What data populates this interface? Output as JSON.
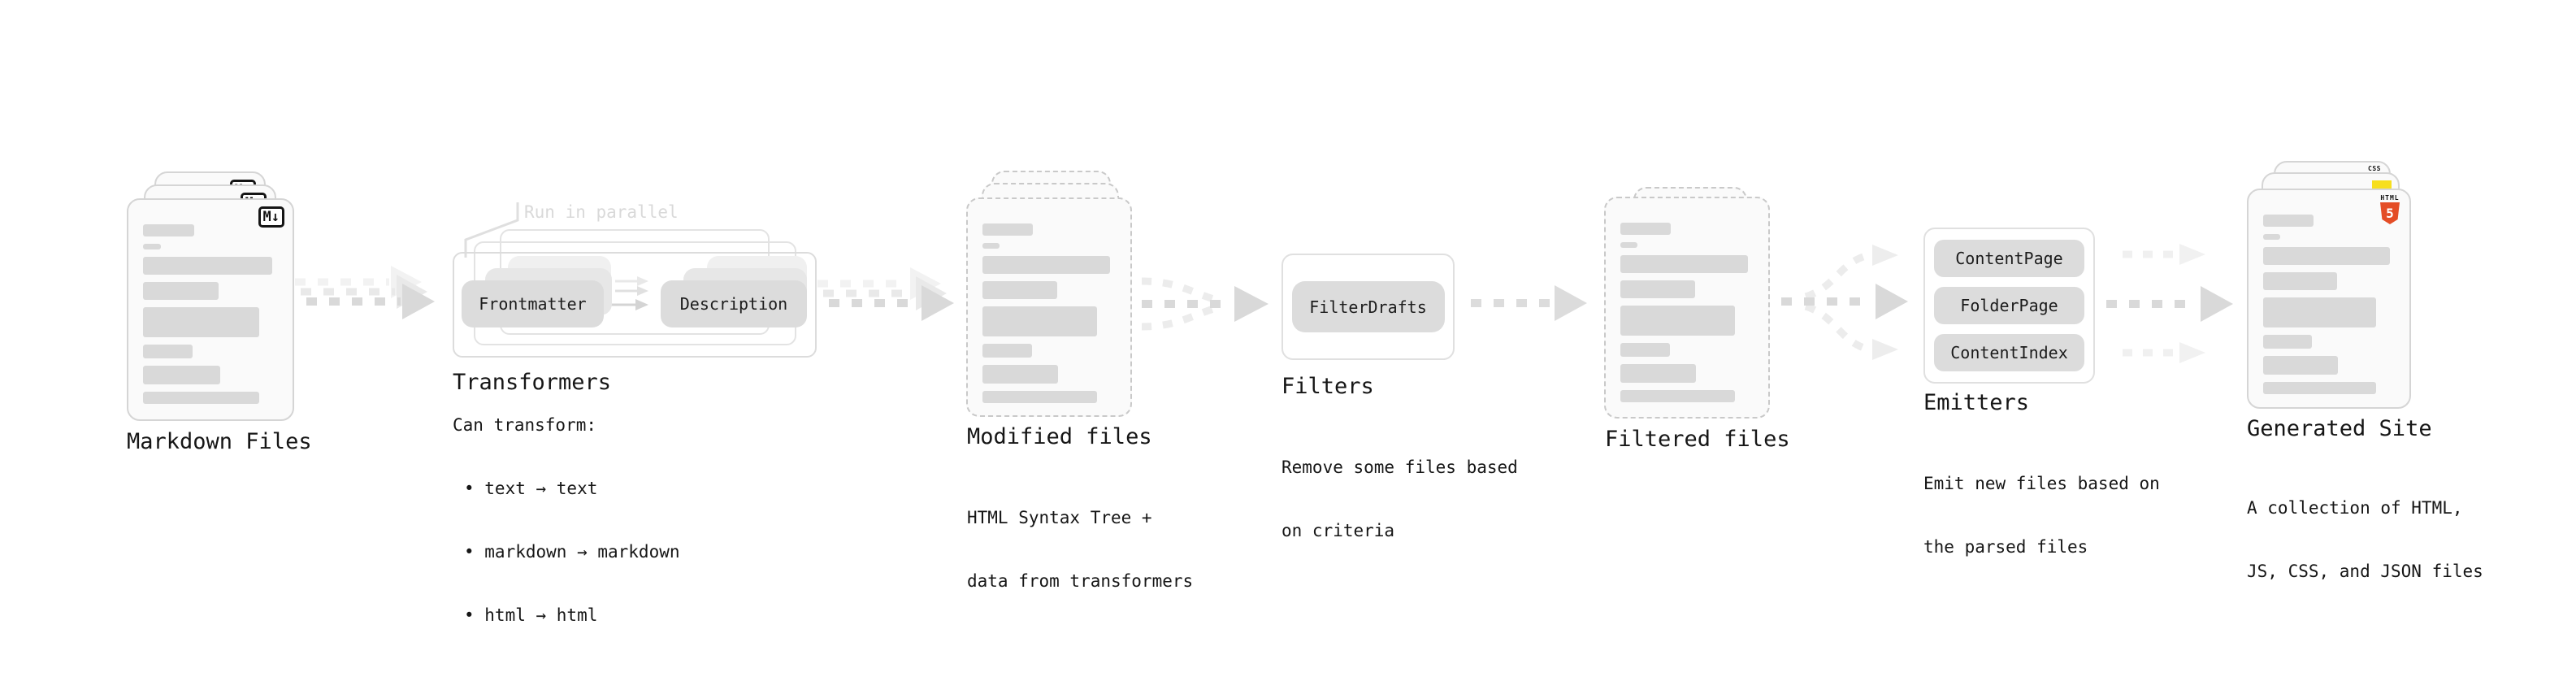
{
  "diagram": {
    "flow_annotation": "Run in parallel",
    "markdown_files": {
      "label": "Markdown Files",
      "file_icon": {
        "name": "markdown-icon",
        "text": "M↓"
      }
    },
    "transformers": {
      "heading": "Transformers",
      "pill_left": "Frontmatter",
      "pill_right": "Description",
      "caption_title": "Can transform:",
      "caption_items": [
        "• text → text",
        "• markdown → markdown",
        "• html → html"
      ]
    },
    "modified_files": {
      "label": "Modified files",
      "caption": [
        "HTML Syntax Tree +",
        "data from transformers"
      ]
    },
    "filters": {
      "heading": "Filters",
      "pill": "FilterDrafts",
      "caption": [
        "Remove some files based",
        "on criteria"
      ]
    },
    "filtered_files": {
      "label": "Filtered files"
    },
    "emitters": {
      "heading": "Emitters",
      "pills": [
        "ContentPage",
        "FolderPage",
        "ContentIndex"
      ],
      "caption": [
        "Emit new files based on",
        "the parsed files"
      ]
    },
    "generated_site": {
      "label": "Generated Site",
      "caption": [
        "A collection of HTML,",
        "JS, CSS, and JSON files"
      ],
      "html5_icon": {
        "name": "html5-icon",
        "word": "HTML",
        "numeral": "5"
      },
      "css_icon": {
        "name": "css-icon",
        "word": "CSS"
      },
      "js_icon": {
        "name": "js-icon"
      }
    },
    "colors": {
      "background": "#ffffff",
      "card_fill": "#fafafa",
      "card_border": "#d5d5d5",
      "dashed_border": "#c9c9c9",
      "bar_fill": "#d9d9d9",
      "pill_fill": "#dcdcdc",
      "arrow_strong": "#d9d9d9",
      "arrow_faint": "#ececec",
      "text": "#1a1a1a",
      "annotation_text": "#d9d9d9",
      "html5_orange": "#e44d26",
      "js_yellow": "#f7df1e",
      "css_blue": "#2760e6"
    }
  }
}
